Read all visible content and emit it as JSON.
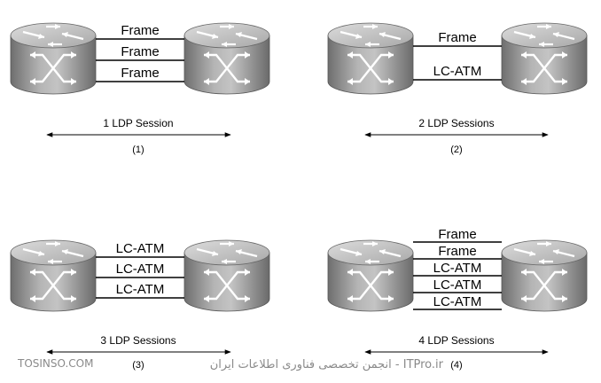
{
  "diagrams": [
    {
      "links": [
        "Frame",
        "Frame",
        "Frame"
      ],
      "session_label": "1 LDP Session",
      "index": "(1)"
    },
    {
      "links": [
        "Frame",
        "LC-ATM"
      ],
      "session_label": "2 LDP Sessions",
      "index": "(2)"
    },
    {
      "links": [
        "LC-ATM",
        "LC-ATM",
        "LC-ATM"
      ],
      "session_label": "3 LDP Sessions",
      "index": "(3)"
    },
    {
      "links": [
        "Frame",
        "Frame",
        "LC-ATM",
        "LC-ATM",
        "LC-ATM"
      ],
      "session_label": "4 LDP Sessions",
      "index": "(4)"
    }
  ],
  "watermark": {
    "left": "TOSINSO.COM",
    "right": "انجمن تخصصی فناوری اطلاعات ایران - ITPro.ir"
  },
  "icons": {
    "router": "router-icon",
    "arrow": "double-arrow-icon"
  },
  "colors": {
    "router_body": "#9a9a9a",
    "router_top": "#c8c8c8",
    "line": "#000000",
    "watermark": "#8a8a8a"
  }
}
